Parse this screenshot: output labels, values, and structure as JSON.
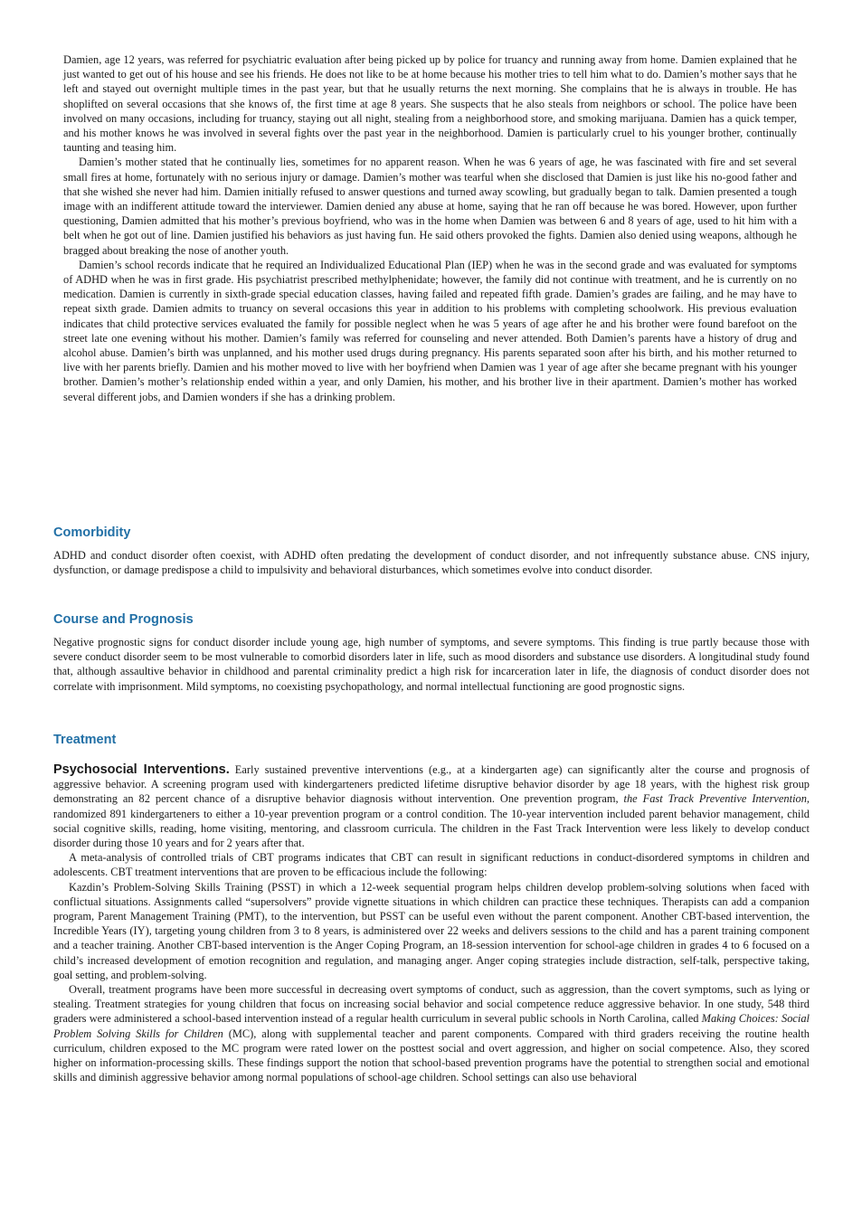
{
  "case_study": {
    "paragraphs": [
      "Damien, age 12 years, was referred for psychiatric evaluation after being picked up by police for truancy and running away from home. Damien explained that he just wanted to get out of his house and see his friends. He does not like to be at home because his mother tries to tell him what to do. Damien’s mother says that he left and stayed out overnight multiple times in the past year, but that he usually returns the next morning. She complains that he is always in trouble. He has shoplifted on several occasions that she knows of, the first time at age 8 years. She suspects that he also steals from neighbors or school. The police have been involved on many occasions, including for truancy, staying out all night, stealing from a neighborhood store, and smoking marijuana. Damien has a quick temper, and his mother knows he was involved in several fights over the past year in the neighborhood. Damien is particularly cruel to his younger brother, continually taunting and teasing him.",
      "Damien’s mother stated that he continually lies, sometimes for no apparent reason. When he was 6 years of age, he was fascinated with fire and set several small fires at home, fortunately with no serious injury or damage. Damien’s mother was tearful when she disclosed that Damien is just like his no-good father and that she wished she never had him. Damien initially refused to answer questions and turned away scowling, but gradually began to talk. Damien presented a tough image with an indifferent attitude toward the interviewer. Damien denied any abuse at home, saying that he ran off because he was bored. However, upon further questioning, Damien admitted that his mother’s previous boyfriend, who was in the home when Damien was between 6 and 8 years of age, used to hit him with a belt when he got out of line. Damien justified his behaviors as just having fun. He said others provoked the fights. Damien also denied using weapons, although he bragged about breaking the nose of another youth.",
      "Damien’s school records indicate that he required an Individualized Educational Plan (IEP) when he was in the second grade and was evaluated for symptoms of ADHD when he was in first grade. His psychiatrist prescribed methylphenidate; however, the family did not continue with treatment, and he is currently on no medication. Damien is currently in sixth-grade special education classes, having failed and repeated fifth grade. Damien’s grades are failing, and he may have to repeat sixth grade. Damien admits to truancy on several occasions this year in addition to his problems with completing schoolwork. His previous evaluation indicates that child protective services evaluated the family for possible neglect when he was 5 years of age after he and his brother were found barefoot on the street late one evening without his mother. Damien’s family was referred for counseling and never attended. Both Damien’s parents have a history of drug and alcohol abuse. Damien’s birth was unplanned, and his mother used drugs during pregnancy. His parents separated soon after his birth, and his mother returned to live with her parents briefly. Damien and his mother moved to live with her boyfriend when Damien was 1 year of age after she became pregnant with his younger brother. Damien’s mother’s relationship ended within a year, and only Damien, his mother, and his brother live in their apartment. Damien’s mother has worked several different jobs, and Damien wonders if she has a drinking problem."
    ]
  },
  "comorbidity": {
    "heading": "Comorbidity",
    "body": "ADHD and conduct disorder often coexist, with ADHD often predating the development of conduct disorder, and not infrequently substance abuse. CNS injury, dysfunction, or damage predispose a child to impulsivity and behavioral disturbances, which sometimes evolve into conduct disorder."
  },
  "course": {
    "heading": "Course and Prognosis",
    "body": "Negative prognostic signs for conduct disorder include young age, high number of symptoms, and severe symptoms. This finding is true partly because those with severe conduct disorder seem to be most vulnerable to comorbid disorders later in life, such as mood disorders and substance use disorders. A longitudinal study found that, although assaultive behavior in childhood and parental criminality predict a high risk for incarceration later in life, the diagnosis of conduct disorder does not correlate with imprisonment. Mild symptoms, no coexisting psychopathology, and normal intellectual functioning are good prognostic signs."
  },
  "treatment": {
    "heading": "Treatment",
    "psychosocial": {
      "run_head": "Psychosocial Interventions.",
      "text_a": " Early sustained preventive interventions (e.g., at a kindergarten age) can significantly alter the course and prognosis of aggressive behavior. A screening program used with kindergarteners predicted lifetime disruptive behavior disorder by age 18 years, with the highest risk group demonstrating an 82 percent chance of a disruptive behavior diagnosis without intervention. One prevention program, ",
      "program_name": "the Fast Track Preventive Intervention,",
      "text_b": " randomized 891 kindergarteners to either a 10-year prevention program or a control condition. The 10-year intervention included parent behavior management, child social cognitive skills, reading, home visiting, mentoring, and classroom curricula. The children in the Fast Track Intervention were less likely to develop conduct disorder during those 10 years and for 2 years after that."
    },
    "cbt_meta": "A meta-analysis of controlled trials of CBT programs indicates that CBT can result in significant reductions in conduct-disordered symptoms in children and adolescents. CBT treatment interventions that are proven to be efficacious include the following:",
    "pssst": "Kazdin’s Problem-Solving Skills Training (PSST) in which a 12-week sequential program helps children develop problem-solving solutions when faced with conflictual situations. Assignments called “supersolvers” provide vignette situations in which children can practice these techniques. Therapists can add a companion program, Parent Management Training (PMT), to the intervention, but PSST can be useful even without the parent component. Another CBT-based intervention, the Incredible Years (IY), targeting young children from 3 to 8 years, is administered over 22 weeks and delivers sessions to the child and has a parent training component and a teacher training. Another CBT-based intervention is the Anger Coping Program, an 18-session intervention for school-age children in grades 4 to 6 focused on a child’s increased development of emotion recognition and regulation, and managing anger. Anger coping strategies include distraction, self-talk, perspective taking, goal setting, and problem-solving.",
    "overall": {
      "text_a": "Overall, treatment programs have been more successful in decreasing overt symptoms of conduct, such as aggression, than the covert symptoms, such as lying or stealing. Treatment strategies for young children that focus on increasing social behavior and social competence reduce aggressive behavior. In one study, 548 third graders were administered a school-based intervention instead of a regular health curriculum in several public schools in North Carolina, called ",
      "program_name": "Making Choices: Social Problem Solving Skills for Children",
      "text_b": " (MC), along with supplemental teacher and parent components. Compared with third graders receiving the routine health curriculum, children exposed to the MC program were rated lower on the posttest social and overt aggression, and higher on social competence. Also, they scored higher on information-processing skills. These findings support the notion that school-based prevention programs have the potential to strengthen social and emotional skills and diminish aggressive behavior among normal populations of school-age children. School settings can also use behavioral"
    }
  }
}
